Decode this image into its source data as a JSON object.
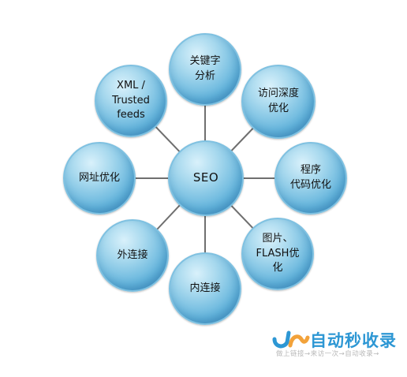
{
  "diagram": {
    "center": {
      "label": "SEO"
    },
    "nodes": [
      {
        "id": "keyword-analysis",
        "label": "关键字\n分析"
      },
      {
        "id": "access-depth",
        "label": "访问深度\n优化"
      },
      {
        "id": "program-code",
        "label": "程序\n代码优化"
      },
      {
        "id": "image-flash",
        "label": "图片、\nFLASH优\n化"
      },
      {
        "id": "internal-links",
        "label": "内连接"
      },
      {
        "id": "external-links",
        "label": "外连接"
      },
      {
        "id": "url-optimization",
        "label": "网址优化"
      },
      {
        "id": "xml-feeds",
        "label": "XML /\nTrusted\nfeeds"
      }
    ],
    "colors": {
      "line": "#6f6f6f",
      "node_edge": "#7fc1e1",
      "node_fill": "#63b4dc"
    }
  },
  "watermark": {
    "brand": "自动秒收录",
    "slogan": "做上链接→来访一次→自动收录→",
    "brand_color": "#2d97d4"
  }
}
